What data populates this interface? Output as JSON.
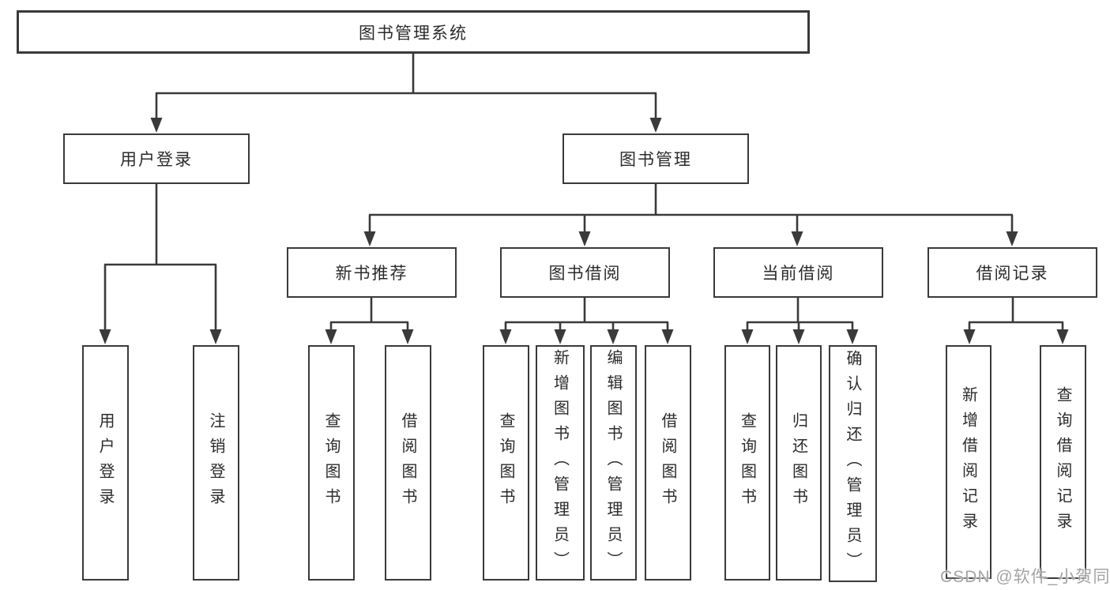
{
  "nodes": {
    "root": "图书管理系统",
    "user_login": "用户登录",
    "book_mgmt": "图书管理",
    "new_book_rec": "新书推荐",
    "book_borrow": "图书借阅",
    "current_borrow": "当前借阅",
    "borrow_record": "借阅记录"
  },
  "leaves": {
    "login_user": "用户登录",
    "login_logout": "注销登录",
    "rec_query": "查询图书",
    "rec_borrow": "借阅图书",
    "bb_query": "查询图书",
    "bb_add": "新增图书（管理员）",
    "bb_edit": "编辑图书（管理员）",
    "bb_borrow": "借阅图书",
    "cb_query": "查询图书",
    "cb_return": "归还图书",
    "cb_confirm": "确认归还（管理员）",
    "br_add": "新增借阅记录",
    "br_query": "查询借阅记录"
  },
  "watermark": "CSDN @软件_小贺同学",
  "colors": {
    "line": "#3a3a3c",
    "text": "#2b2b2b",
    "watermark": "#9b9b9b",
    "background": "#ffffff"
  }
}
